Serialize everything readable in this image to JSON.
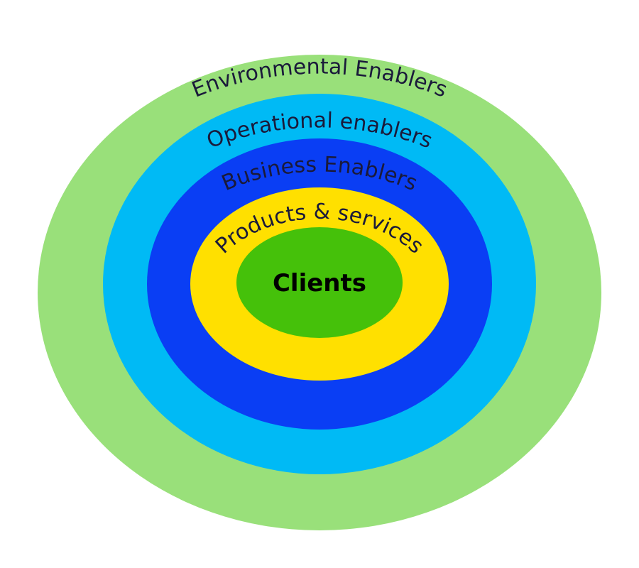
{
  "diagram": {
    "layers": [
      {
        "id": "environmental",
        "label": "Environmental Enablers",
        "color": "#99e07a"
      },
      {
        "id": "operational",
        "label": "Operational enablers",
        "color": "#00baf5"
      },
      {
        "id": "business",
        "label": "Business Enablers",
        "color": "#0a3ef4"
      },
      {
        "id": "products",
        "label": "Products & services",
        "color": "#ffe000"
      },
      {
        "id": "clients",
        "label": "Clients",
        "color": "#45c10a"
      }
    ]
  }
}
